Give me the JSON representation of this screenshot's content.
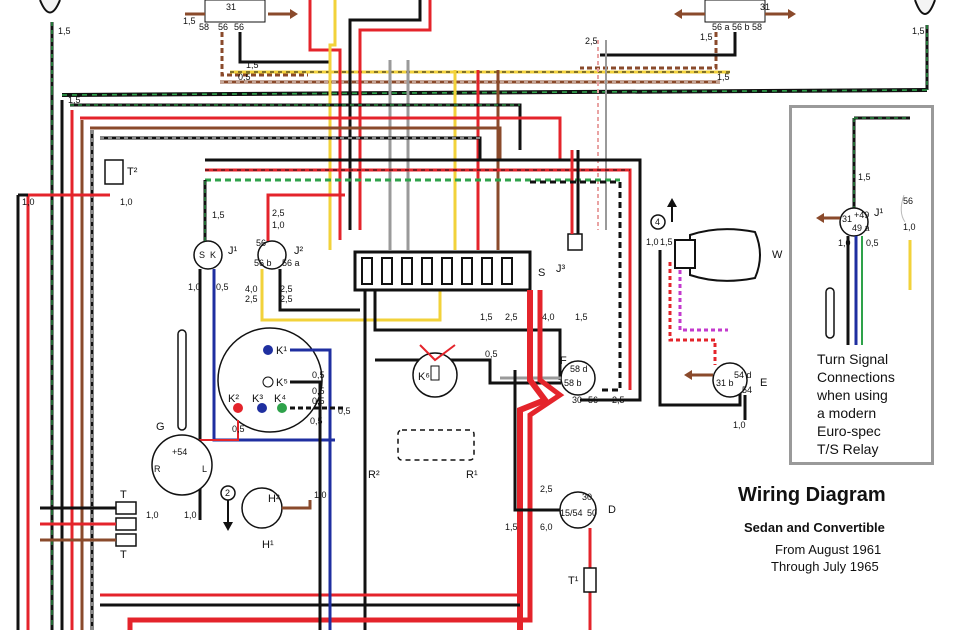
{
  "diagram": {
    "title": "Wiring Diagram",
    "subtitle": "Sedan and Convertible",
    "date_from": "From August 1961",
    "date_to": "Through July 1965",
    "wire_colors": {
      "red": "#e4242b",
      "black": "#111111",
      "brown": "#8a4a2b",
      "blue": "#1f2fa0",
      "green": "#2ea24a",
      "yellow": "#f2d23a",
      "gray": "#9a9a9a",
      "white": "#ffffff",
      "pink": "#e9a3a3"
    },
    "components": {
      "S": "S",
      "J3": "J³",
      "W": "W",
      "F": "F",
      "E": "E",
      "D": "D",
      "T1": "T¹",
      "T2": "T²",
      "J1": "J¹",
      "J2": "J²",
      "G": "G",
      "K1": "K¹",
      "K2": "K²",
      "K3": "K³",
      "K4": "K⁴",
      "K5": "K⁵",
      "K6": "K⁶",
      "R1": "R¹",
      "R2": "R²",
      "H1": "H¹",
      "H2": "H²",
      "T": "T",
      "num4": "4",
      "num2": "2"
    },
    "wire_sizes": {
      "w15": "1,5",
      "w10": "1,0",
      "w05": "0,5",
      "w25": "2,5",
      "w40": "4,0",
      "w60": "6,0"
    },
    "terminals": {
      "t31": "31",
      "t58": "58",
      "t56": "56",
      "t56a": "56 a",
      "t56b": "56 b",
      "t58b": "58 b",
      "t58d": "58 d",
      "t30": "30",
      "t50": "50",
      "t1554": "15/54",
      "t54": "54",
      "t54d": "54 d",
      "t31b": "31 b",
      "t49": "+49",
      "t49a": "49 a",
      "tS": "S",
      "tK": "K",
      "tR": "R",
      "tL": "L",
      "t54p": "+54"
    },
    "inset": {
      "label_line1": "Turn Signal",
      "label_line2": "Connections",
      "label_line3": "when using",
      "label_line4": "a modern",
      "label_line5": "Euro-spec",
      "label_line6": "T/S Relay"
    }
  }
}
